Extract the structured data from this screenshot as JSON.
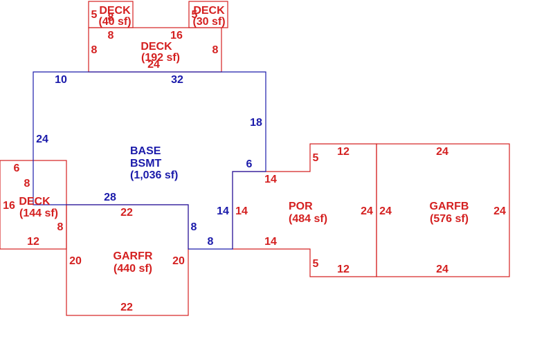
{
  "areas": {
    "deck_left_top": {
      "name": "DECK",
      "area": "(40 sf)"
    },
    "deck_right_top": {
      "name": "DECK",
      "area": "(30 sf)"
    },
    "deck_mid": {
      "name": "DECK",
      "area": "(192 sf)"
    },
    "base": {
      "name": "BASE",
      "name2": "BSMT",
      "area": "(1,036 sf)"
    },
    "deck_left": {
      "name": "DECK",
      "area": "(144 sf)"
    },
    "garfr": {
      "name": "GARFR",
      "area": "(440 sf)"
    },
    "por": {
      "name": "POR",
      "area": "(484 sf)"
    },
    "garfb": {
      "name": "GARFB",
      "area": "(576 sf)"
    }
  },
  "dims": {
    "d1": "5",
    "d2": "8",
    "d3": "5",
    "d4": "8",
    "d5": "16",
    "d6": "8",
    "d7": "8",
    "d8": "24",
    "b1": "10",
    "b2": "32",
    "b3": "18",
    "b4": "24",
    "b5": "6",
    "b6": "28",
    "b7": "14",
    "b8": "8",
    "b9": "8",
    "l1": "6",
    "l2": "8",
    "l3": "16",
    "l4": "8",
    "l5": "12",
    "g1": "22",
    "g2": "20",
    "g3": "20",
    "g4": "22",
    "p1": "5",
    "p2": "12",
    "p3": "14",
    "p4": "14",
    "p5": "24",
    "p6": "14",
    "p7": "5",
    "p8": "12",
    "f1": "24",
    "f2": "24",
    "f3": "24",
    "f4": "24"
  }
}
